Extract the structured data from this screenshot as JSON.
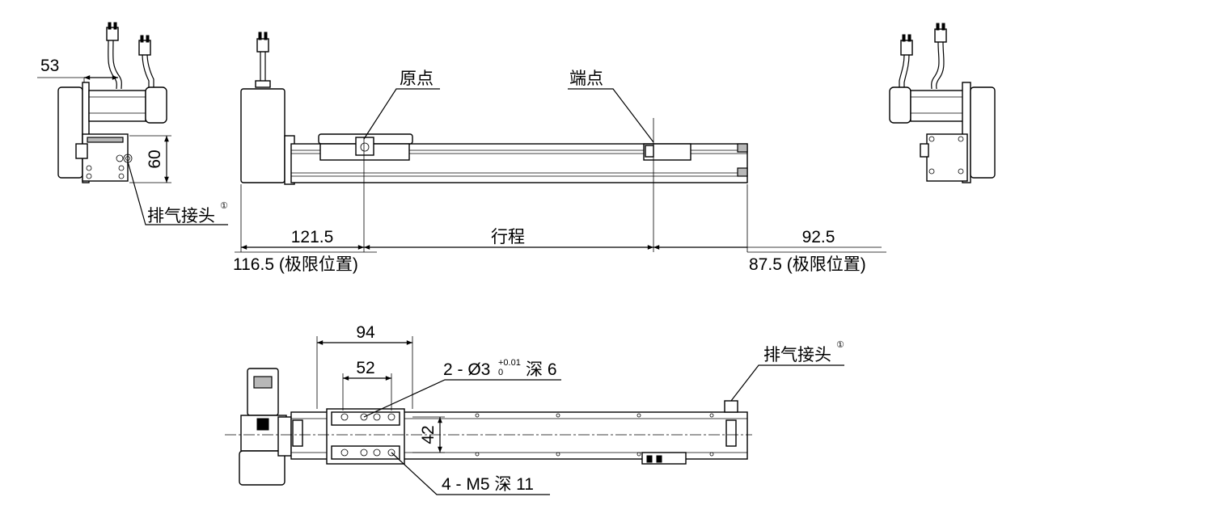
{
  "labels": {
    "origin": "原点",
    "end": "端点",
    "exhaust_left": "排气接头",
    "exhaust_bottom": "排气接头",
    "exhaust_sup": "①",
    "stroke": "行程"
  },
  "dimensions": {
    "d53": "53",
    "d60": "60",
    "d121_5": "121.5",
    "d116_5": "116.5 (极限位置)",
    "d92_5": "92.5",
    "d87_5": "87.5 (极限位置)",
    "d94": "94",
    "d52": "52",
    "d42": "42"
  },
  "callouts": {
    "hole_prefix": "2 - Ø3",
    "tol_upper": "+0.01",
    "tol_lower": "0",
    "hole_depth": "深 6",
    "thread": "4 - M5 深 11"
  }
}
